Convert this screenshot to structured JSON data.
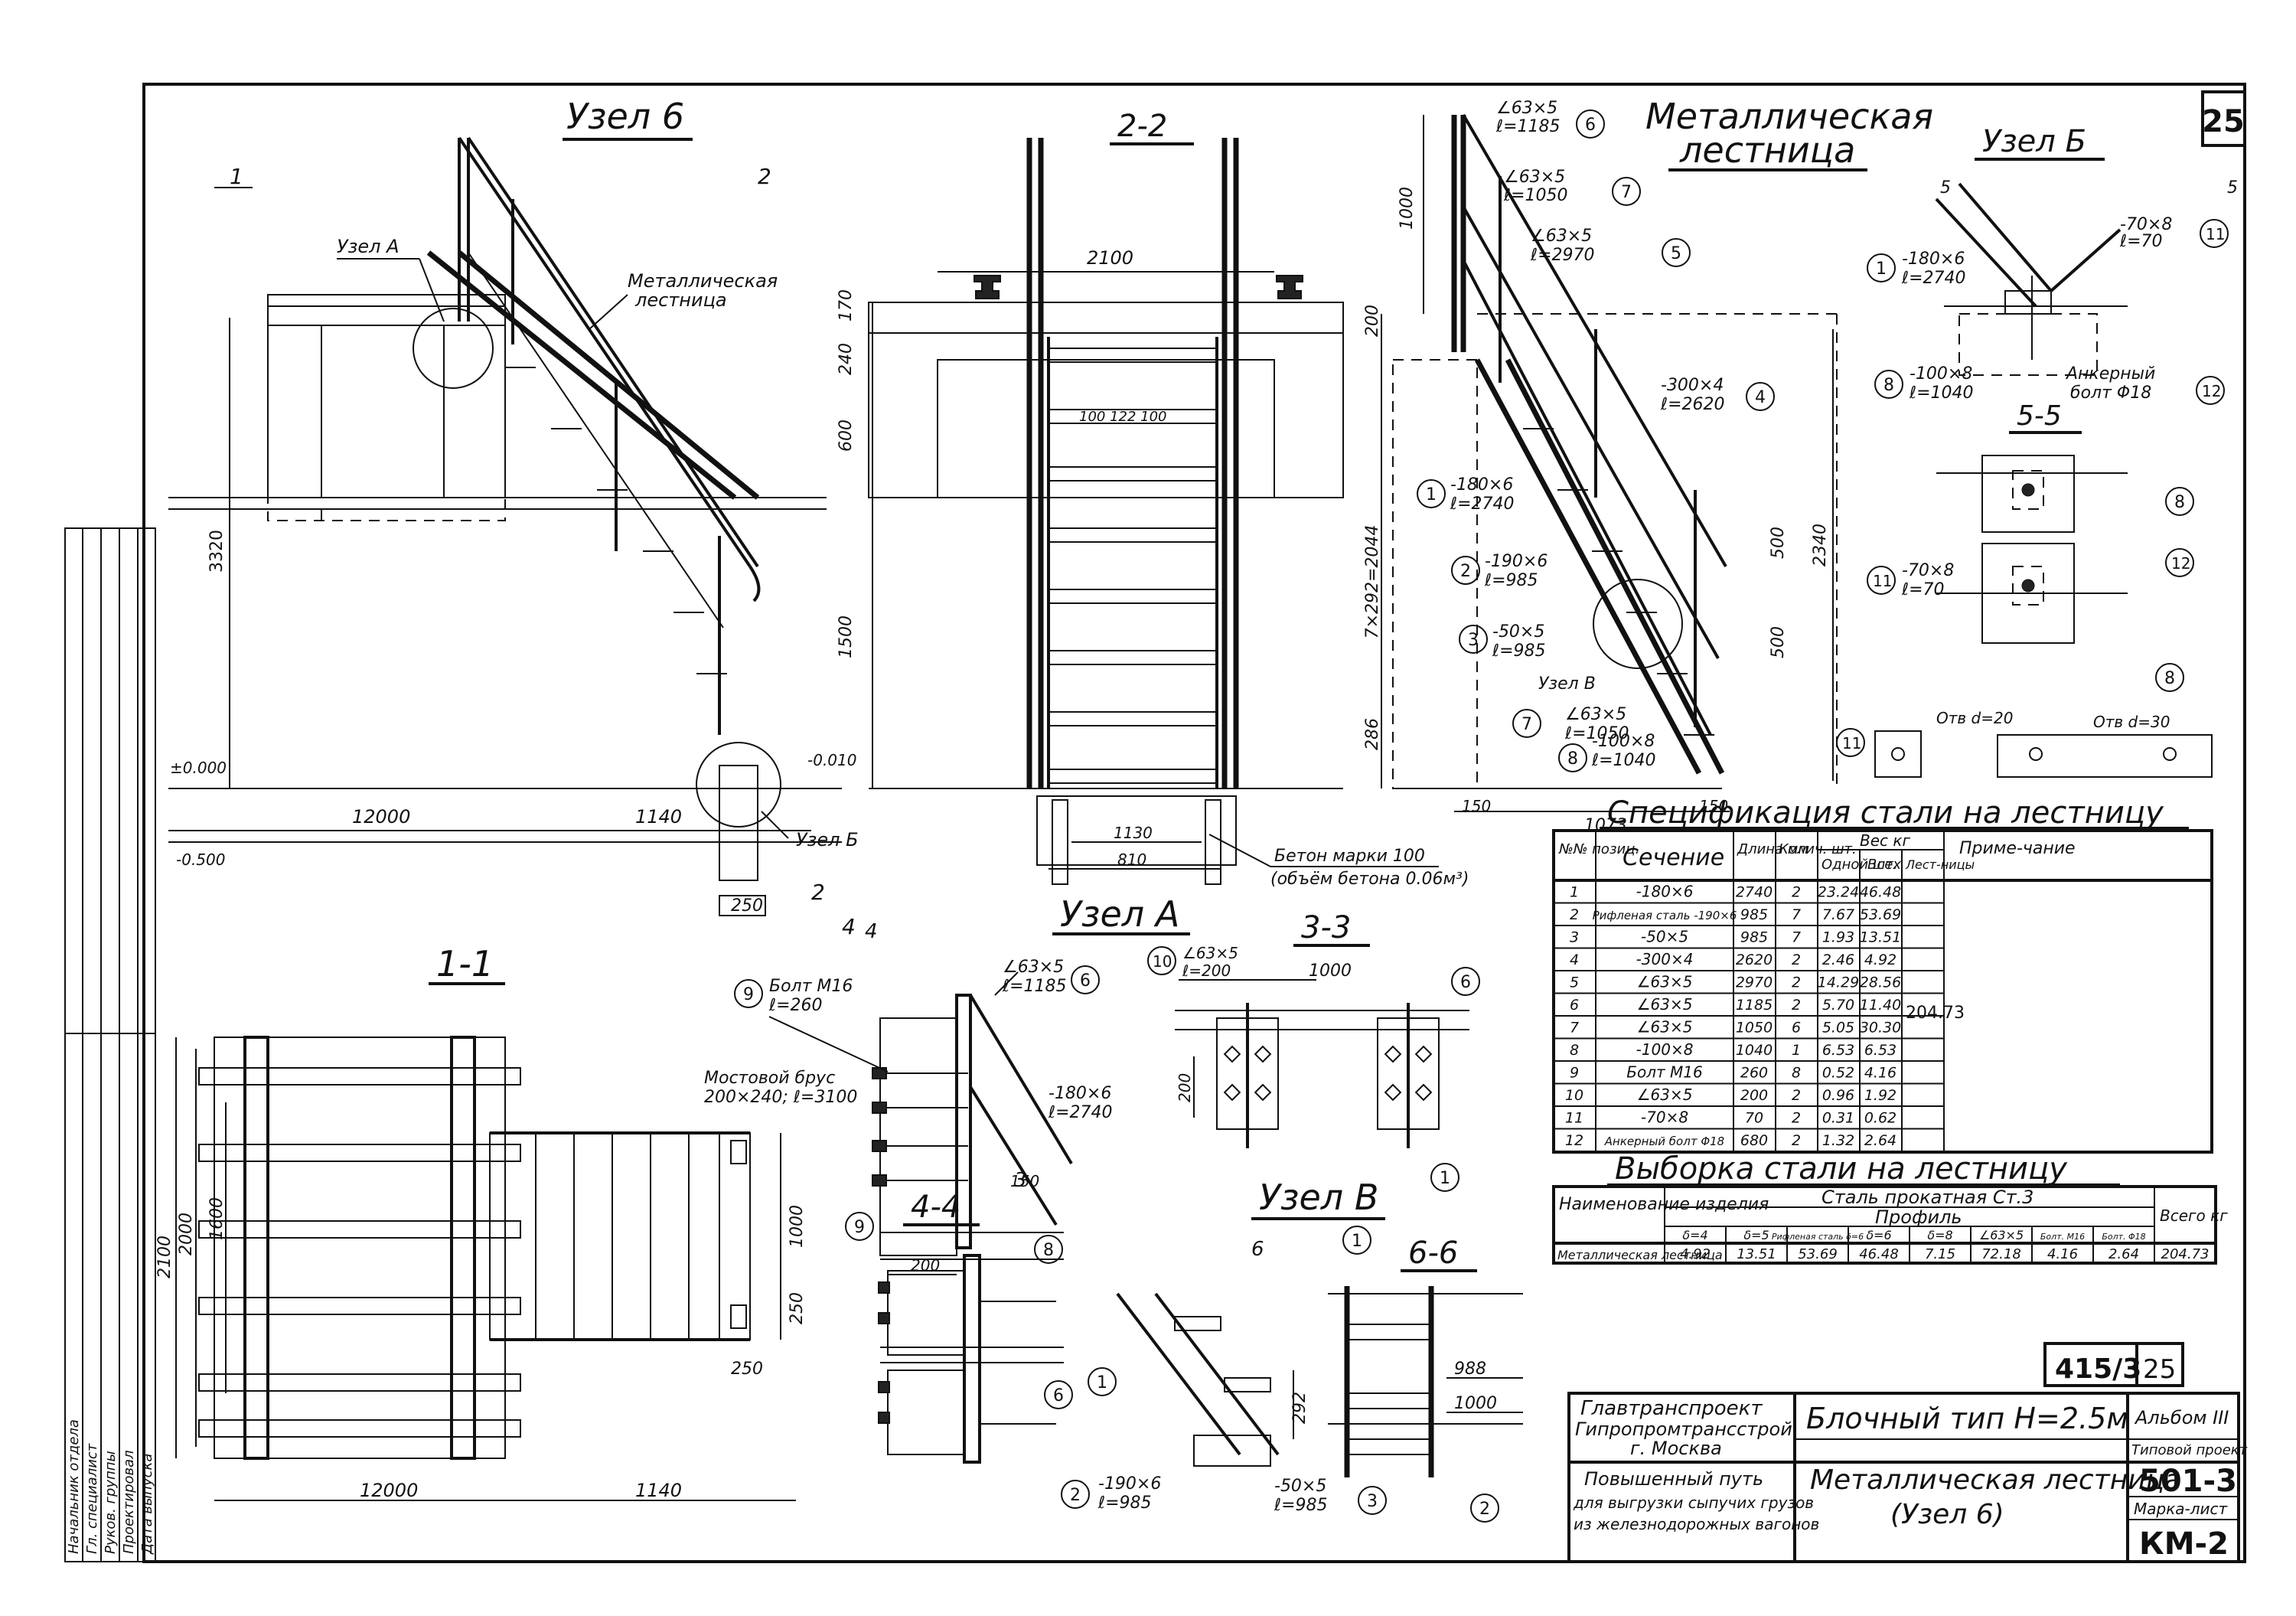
{
  "sheet": {
    "number": "25",
    "album_code": "415/3",
    "album_sheet": "25"
  },
  "views": {
    "uzel6_title": "Узел 6",
    "uzelA_title": "Узел А",
    "uzelV_title": "Узел В",
    "uzelB_title": "Узел Б",
    "section_2_2": "2-2",
    "section_1_1": "1-1",
    "section_3_3": "3-3",
    "section_4_4": "4-4",
    "section_5_5": "5-5",
    "section_6_6": "6-6",
    "ladder_title_1": "Металлическая",
    "ladder_title_2": "лестница"
  },
  "labels": {
    "uzel_a_small": "Узел А",
    "uzel_b_small": "Узел Б",
    "uzel_v_small": "Узел В",
    "metal_ladder_1": "Металлическая",
    "metal_ladder_2": "лестница",
    "beton": "Бетон марки 100",
    "beton_vol": "(объём бетона 0.06м³)",
    "bolt_m16": "Болт М16",
    "bolt_m16_l": "ℓ=260",
    "mostovoy": "Мостовой брус",
    "mostovoy_dim": "200×240; ℓ=3100",
    "ankerny": "Анкерный",
    "ankerny_bolt": "болт Φ18",
    "otv20": "Отв d=20",
    "otv30": "Отв d=30",
    "lvl_000": "±0.000",
    "lvl_010": "-0.010",
    "lvl_500": "-0.500"
  },
  "callouts": {
    "c6": "∠63×5",
    "c6l": "ℓ=1185",
    "c7": "∠63×5",
    "c7l": "ℓ=1050",
    "c5": "∠63×5",
    "c5l": "ℓ=2970",
    "c4": "-300×4",
    "c4l": "ℓ=2620",
    "c1": "-180×6",
    "c1l": "ℓ=2740",
    "c2": "-190×6",
    "c2l": "ℓ=985",
    "c3": "-50×5",
    "c3l": "ℓ=985",
    "c8": "-100×8",
    "c8l": "ℓ=1040",
    "c11": "-70×8",
    "c11l": "ℓ=70",
    "c10": "∠63×5",
    "c10l": "ℓ=200"
  },
  "dims": {
    "d2100": "2100",
    "d12000": "12000",
    "d1140": "1140",
    "d250": "250",
    "d600": "600",
    "d1500": "1500",
    "d240": "240",
    "d170": "170",
    "d1000": "1000",
    "d200": "200",
    "d500": "500",
    "d2340": "2340",
    "d286": "286",
    "d150": "150",
    "d1073": "1073",
    "d810": "810",
    "d1130": "1130",
    "d1600": "1600",
    "d2000": "2000",
    "d3320": "3320",
    "d100": "100 122 100",
    "d7x292": "7×292=2044",
    "d988": "988",
    "d292": "292"
  },
  "spec": {
    "title": "Спецификация стали на лестницу",
    "headers": [
      "№№ позиц.",
      "Сечение",
      "Длина мм",
      "Колич. шт.",
      "Одной шт.",
      "Всех",
      "Лест-ницы",
      "Приме-чание"
    ],
    "weight_header": "Вес кг",
    "rows": [
      [
        "1",
        "-180×6",
        "2740",
        "2",
        "23.24",
        "46.48"
      ],
      [
        "2",
        "Рифленая сталь -190×6",
        "985",
        "7",
        "7.67",
        "53.69"
      ],
      [
        "3",
        "-50×5",
        "985",
        "7",
        "1.93",
        "13.51"
      ],
      [
        "4",
        "-300×4",
        "2620",
        "2",
        "2.46",
        "4.92"
      ],
      [
        "5",
        "∠63×5",
        "2970",
        "2",
        "14.29",
        "28.56"
      ],
      [
        "6",
        "∠63×5",
        "1185",
        "2",
        "5.70",
        "11.40"
      ],
      [
        "7",
        "∠63×5",
        "1050",
        "6",
        "5.05",
        "30.30"
      ],
      [
        "8",
        "-100×8",
        "1040",
        "1",
        "6.53",
        "6.53"
      ],
      [
        "9",
        "Болт М16",
        "260",
        "8",
        "0.52",
        "4.16"
      ],
      [
        "10",
        "∠63×5",
        "200",
        "2",
        "0.96",
        "1.92"
      ],
      [
        "11",
        "-70×8",
        "70",
        "2",
        "0.31",
        "0.62"
      ],
      [
        "12",
        "Анкерный болт Φ18",
        "680",
        "2",
        "1.32",
        "2.64"
      ]
    ],
    "total": "204.73"
  },
  "vyborka": {
    "title": "Выборка стали на лестницу",
    "h_name": "Наименование изделия",
    "h_steel": "Сталь прокатная Ст.3",
    "h_profile": "Профиль",
    "h_total": "Всего кг",
    "cols": [
      "δ=4",
      "δ=5",
      "Рифленая сталь δ=6",
      "δ=6",
      "δ=8",
      "∠63×5",
      "Болт. М16",
      "Болт. Φ18"
    ],
    "row_name": "Металлическая лестница",
    "values": [
      "4.92",
      "13.51",
      "53.69",
      "46.48",
      "7.15",
      "72.18",
      "4.16",
      "2.64",
      "204.73"
    ]
  },
  "titleblock": {
    "org1": "Главтранспроект",
    "org2": "Гипропромтрансстрой",
    "org3": "г. Москва",
    "type": "Блочный тип Н=2.5м",
    "album": "Альбом III",
    "project_note_1": "Повышенный путь",
    "project_note_2": "для выгрузки сыпучих грузов",
    "project_note_3": "из железнодорожных вагонов",
    "drawing_1": "Металлическая лестница",
    "drawing_2": "(Узел 6)",
    "tip_label": "Типовой проект",
    "tip_value": "501-3",
    "marka_label": "Марка-лист",
    "marka_value": "КМ-2"
  },
  "stamp": {
    "r1": "Начальник отдела",
    "r2": "Гл. специалист",
    "r3": "Руков. группы",
    "r4": "Проектировал",
    "r5": "Дата выпуска"
  }
}
